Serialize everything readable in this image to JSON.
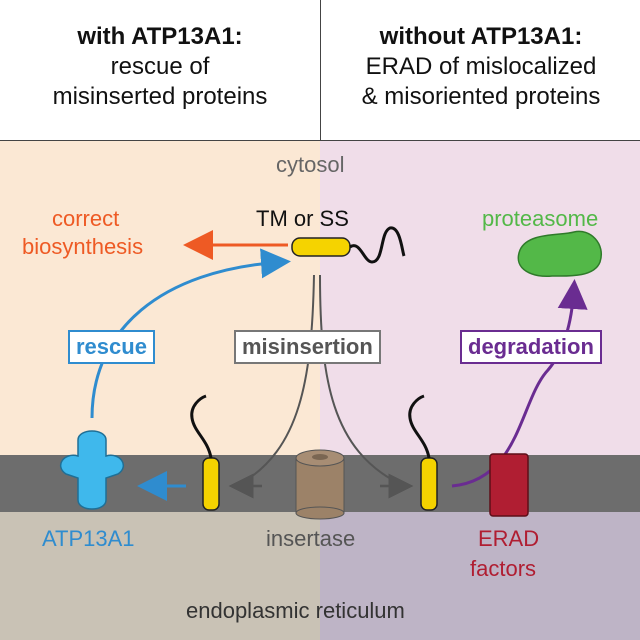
{
  "header": {
    "left": {
      "title": "with ATP13A1:",
      "line1": "rescue of",
      "line2": "misinserted proteins"
    },
    "right": {
      "title": "without ATP13A1:",
      "line1": "ERAD of mislocalized",
      "line2": "& misoriented proteins"
    }
  },
  "compartments": {
    "cytosol": "cytosol",
    "er": "endoplasmic reticulum"
  },
  "labels": {
    "tm_ss": "TM or SS",
    "correct_biosynthesis_1": "correct",
    "correct_biosynthesis_2": "biosynthesis",
    "proteasome": "proteasome",
    "rescue": "rescue",
    "misinsertion": "misinsertion",
    "degradation": "degradation",
    "atp13a1": "ATP13A1",
    "insertase": "insertase",
    "erad_factors_1": "ERAD",
    "erad_factors_2": "factors"
  },
  "colors": {
    "left_bg": "#fbe8d4",
    "right_bg": "#f0dde9",
    "er_left_bg": "#c9c2b5",
    "er_right_bg": "#beb4c6",
    "membrane": "#6d6d6d",
    "tm_yellow": "#f5d300",
    "rescue_blue": "#2f8ccf",
    "atp13a1_blue": "#3fb8ec",
    "orange": "#ee5a24",
    "green": "#53b848",
    "purple": "#6a2c91",
    "erad_red": "#b01e32",
    "insertase_brown": "#9c8268"
  }
}
